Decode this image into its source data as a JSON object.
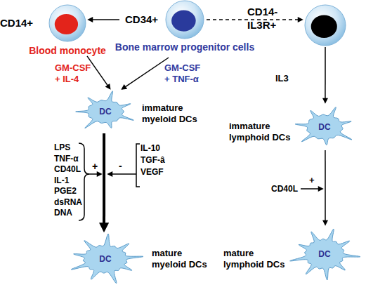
{
  "diagram": {
    "nodes": [
      {
        "text": [
          "CD14+",
          "Blood monocyte"
        ]
      },
      {
        "text": [
          "CD34+",
          "Bone marrow progenitor cells"
        ]
      },
      {
        "text": [
          "CD14- IL3R+"
        ]
      },
      {
        "text": [
          "DC",
          "immature myeloid DCs"
        ]
      },
      {
        "text": [
          "DC",
          "immature lymphoid DCs"
        ]
      },
      {
        "text": [
          "DC",
          "mature myeloid DCs"
        ]
      },
      {
        "text": [
          "DC",
          "mature lymphoid DCs"
        ]
      }
    ],
    "edges": [
      {
        "from": 1,
        "to": 0,
        "arrow": "to"
      },
      {
        "from": 1,
        "to": 2,
        "arrow": "to"
      },
      {
        "from": 0,
        "to": 3,
        "label": "GM-CSF + IL-4",
        "arrow": "to"
      },
      {
        "from": 1,
        "to": 3,
        "label": "GM-CSF + TNF-α",
        "arrow": "to"
      },
      {
        "from": 2,
        "to": 4,
        "label": "IL3",
        "arrow": "to"
      },
      {
        "from": 3,
        "to": 5,
        "arrow": "to"
      },
      {
        "from": 4,
        "to": 6,
        "arrow": "to"
      }
    ],
    "labels": [
      "LPS",
      "TNF-α",
      "CD40L",
      "IL-1",
      "PGE2",
      "dsRNA",
      "DNA",
      "+",
      "-",
      "IL-10",
      "TGF-â",
      "VEGF",
      "CD40L",
      "+"
    ]
  }
}
